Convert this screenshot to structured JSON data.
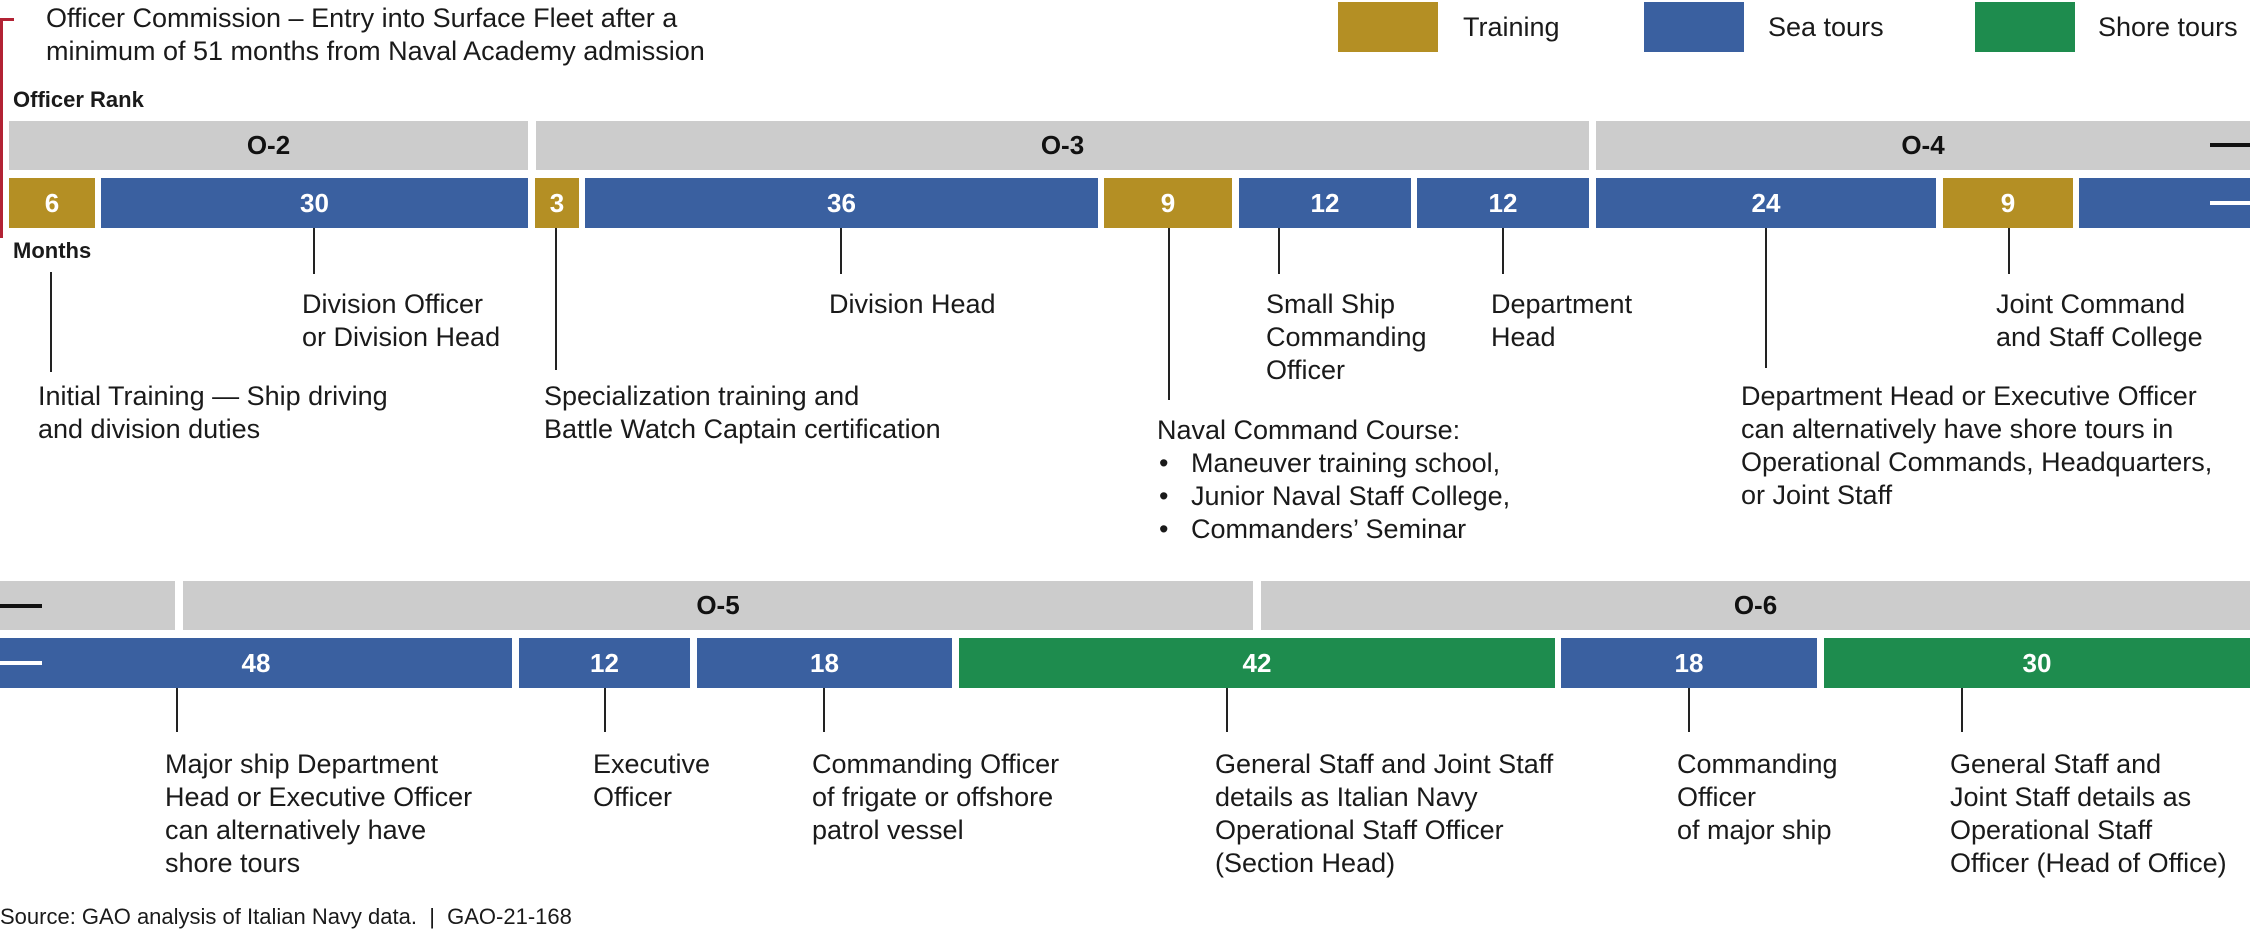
{
  "title_block": {
    "line1": "Officer Commission – Entry into Surface Fleet after a",
    "line2": "minimum of 51 months from Naval Academy admission",
    "marker_color": "#b22234"
  },
  "legend": [
    {
      "label": "Training",
      "color": "#b48f24"
    },
    {
      "label": "Sea tours",
      "color": "#3a60a0"
    },
    {
      "label": "Shore tours",
      "color": "#1e8c4e"
    }
  ],
  "headers": {
    "rank": "Officer Rank",
    "months": "Months"
  },
  "row1": {
    "ranks": [
      "O-2",
      "O-3",
      "O-4"
    ],
    "segments": [
      {
        "months": "6",
        "type": "training"
      },
      {
        "months": "30",
        "type": "sea"
      },
      {
        "months": "3",
        "type": "training"
      },
      {
        "months": "36",
        "type": "sea"
      },
      {
        "months": "9",
        "type": "training"
      },
      {
        "months": "12",
        "type": "sea"
      },
      {
        "months": "12",
        "type": "sea"
      },
      {
        "months": "24",
        "type": "sea"
      },
      {
        "months": "9",
        "type": "training"
      },
      {
        "months": "",
        "type": "sea"
      }
    ],
    "labels": {
      "initial": [
        "Initial Training — Ship driving",
        "and division duties"
      ],
      "division_officer": [
        "Division Officer",
        "or Division Head"
      ],
      "specialization": [
        "Specialization training and",
        "Battle Watch Captain certification"
      ],
      "division_head": [
        "Division Head"
      ],
      "naval_command_title": "Naval Command Course:",
      "naval_command_items": [
        "Maneuver training school,",
        "Junior Naval Staff College,",
        "Commanders’ Seminar"
      ],
      "small_ship": [
        "Small Ship",
        "Commanding",
        "Officer"
      ],
      "department_head": [
        "Department",
        "Head"
      ],
      "dept_or_exec": [
        "Department Head or Executive Officer",
        "can alternatively have shore tours in",
        "Operational Commands, Headquarters,",
        "or Joint Staff"
      ],
      "joint_command": [
        "Joint Command",
        "and Staff College"
      ]
    }
  },
  "row2": {
    "ranks": [
      "",
      "O-5",
      "O-6"
    ],
    "segments": [
      {
        "months": "48",
        "type": "sea"
      },
      {
        "months": "12",
        "type": "sea"
      },
      {
        "months": "18",
        "type": "sea"
      },
      {
        "months": "42",
        "type": "shore"
      },
      {
        "months": "18",
        "type": "sea"
      },
      {
        "months": "30",
        "type": "shore"
      }
    ],
    "labels": {
      "major_ship_dept": [
        "Major ship Department",
        "Head or Executive Officer",
        "can alternatively have",
        "shore tours"
      ],
      "executive_officer": [
        "Executive",
        "Officer"
      ],
      "co_frigate": [
        "Commanding Officer",
        "of frigate or offshore",
        "patrol vessel"
      ],
      "general_staff_1": [
        "General Staff and Joint Staff",
        "details as Italian Navy",
        "Operational Staff Officer",
        "(Section Head)"
      ],
      "co_major_ship": [
        "Commanding",
        "Officer",
        "of major ship"
      ],
      "general_staff_2": [
        "General Staff and",
        "Joint Staff details as",
        "Operational Staff",
        "Officer (Head of Office)"
      ]
    }
  },
  "source": "Source: GAO analysis of Italian Navy data.  |  GAO-21-168"
}
